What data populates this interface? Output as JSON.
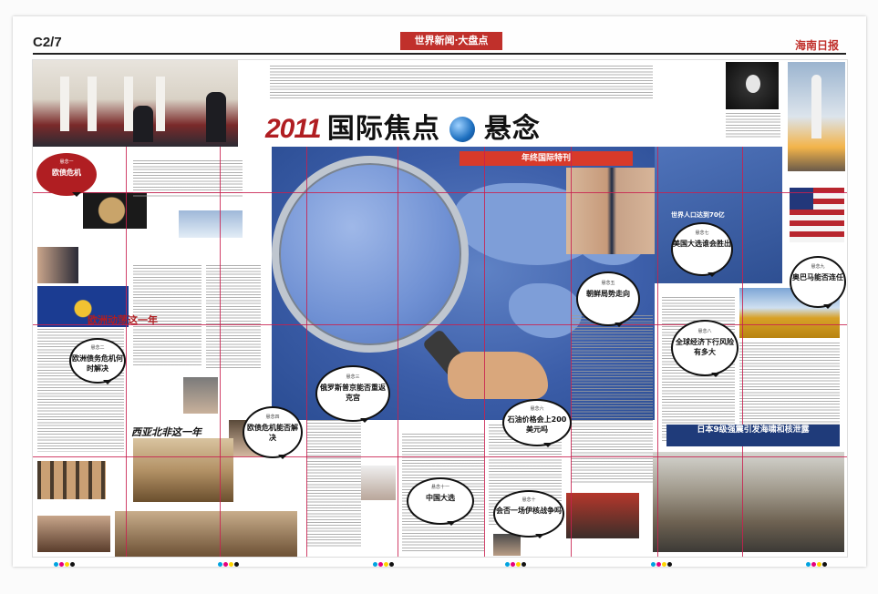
{
  "page": {
    "code": "C2/7",
    "section_band": "世界新闻·大盘点",
    "paper_name": "海南日报"
  },
  "headline": {
    "year": "2011",
    "title_left": "国际焦点",
    "title_right": "悬念",
    "subtitle": "年终国际特刊"
  },
  "stories": [
    {
      "label": "悬念一",
      "text": "欧债危机"
    },
    {
      "label": "悬念二",
      "text": "欧洲债务危机何时解决"
    },
    {
      "label": "悬念三",
      "text": "俄罗斯普京能否重返克宫"
    },
    {
      "label": "悬念四",
      "text": "欧债危机能否解决"
    },
    {
      "label": "悬念五",
      "text": "朝鲜局势走向"
    },
    {
      "label": "悬念六",
      "text": "石油价格会上200美元吗"
    },
    {
      "label": "悬念七",
      "text": "美国大选谁会胜出"
    },
    {
      "label": "悬念八",
      "text": "全球经济下行风险有多大"
    },
    {
      "label": "悬念九",
      "text": "奥巴马能否连任"
    },
    {
      "label": "悬念十",
      "text": "会否一场伊核战争吗"
    },
    {
      "label": "悬念十一",
      "text": "中国大选"
    }
  ],
  "features": {
    "europe_year": "欧洲动荡这一年",
    "west_asia_year": "西亚北非这一年",
    "japan_quake": "日本9级强震引发海啸和核泄露",
    "population": "世界人口达到70亿",
    "population_num": "70",
    "population_unit": "亿"
  },
  "colors": {
    "accent_red": "#b01e22",
    "band_red": "#c0302b",
    "map_blue": "#3c5ea9",
    "grid_magenta": "#c9204f"
  }
}
